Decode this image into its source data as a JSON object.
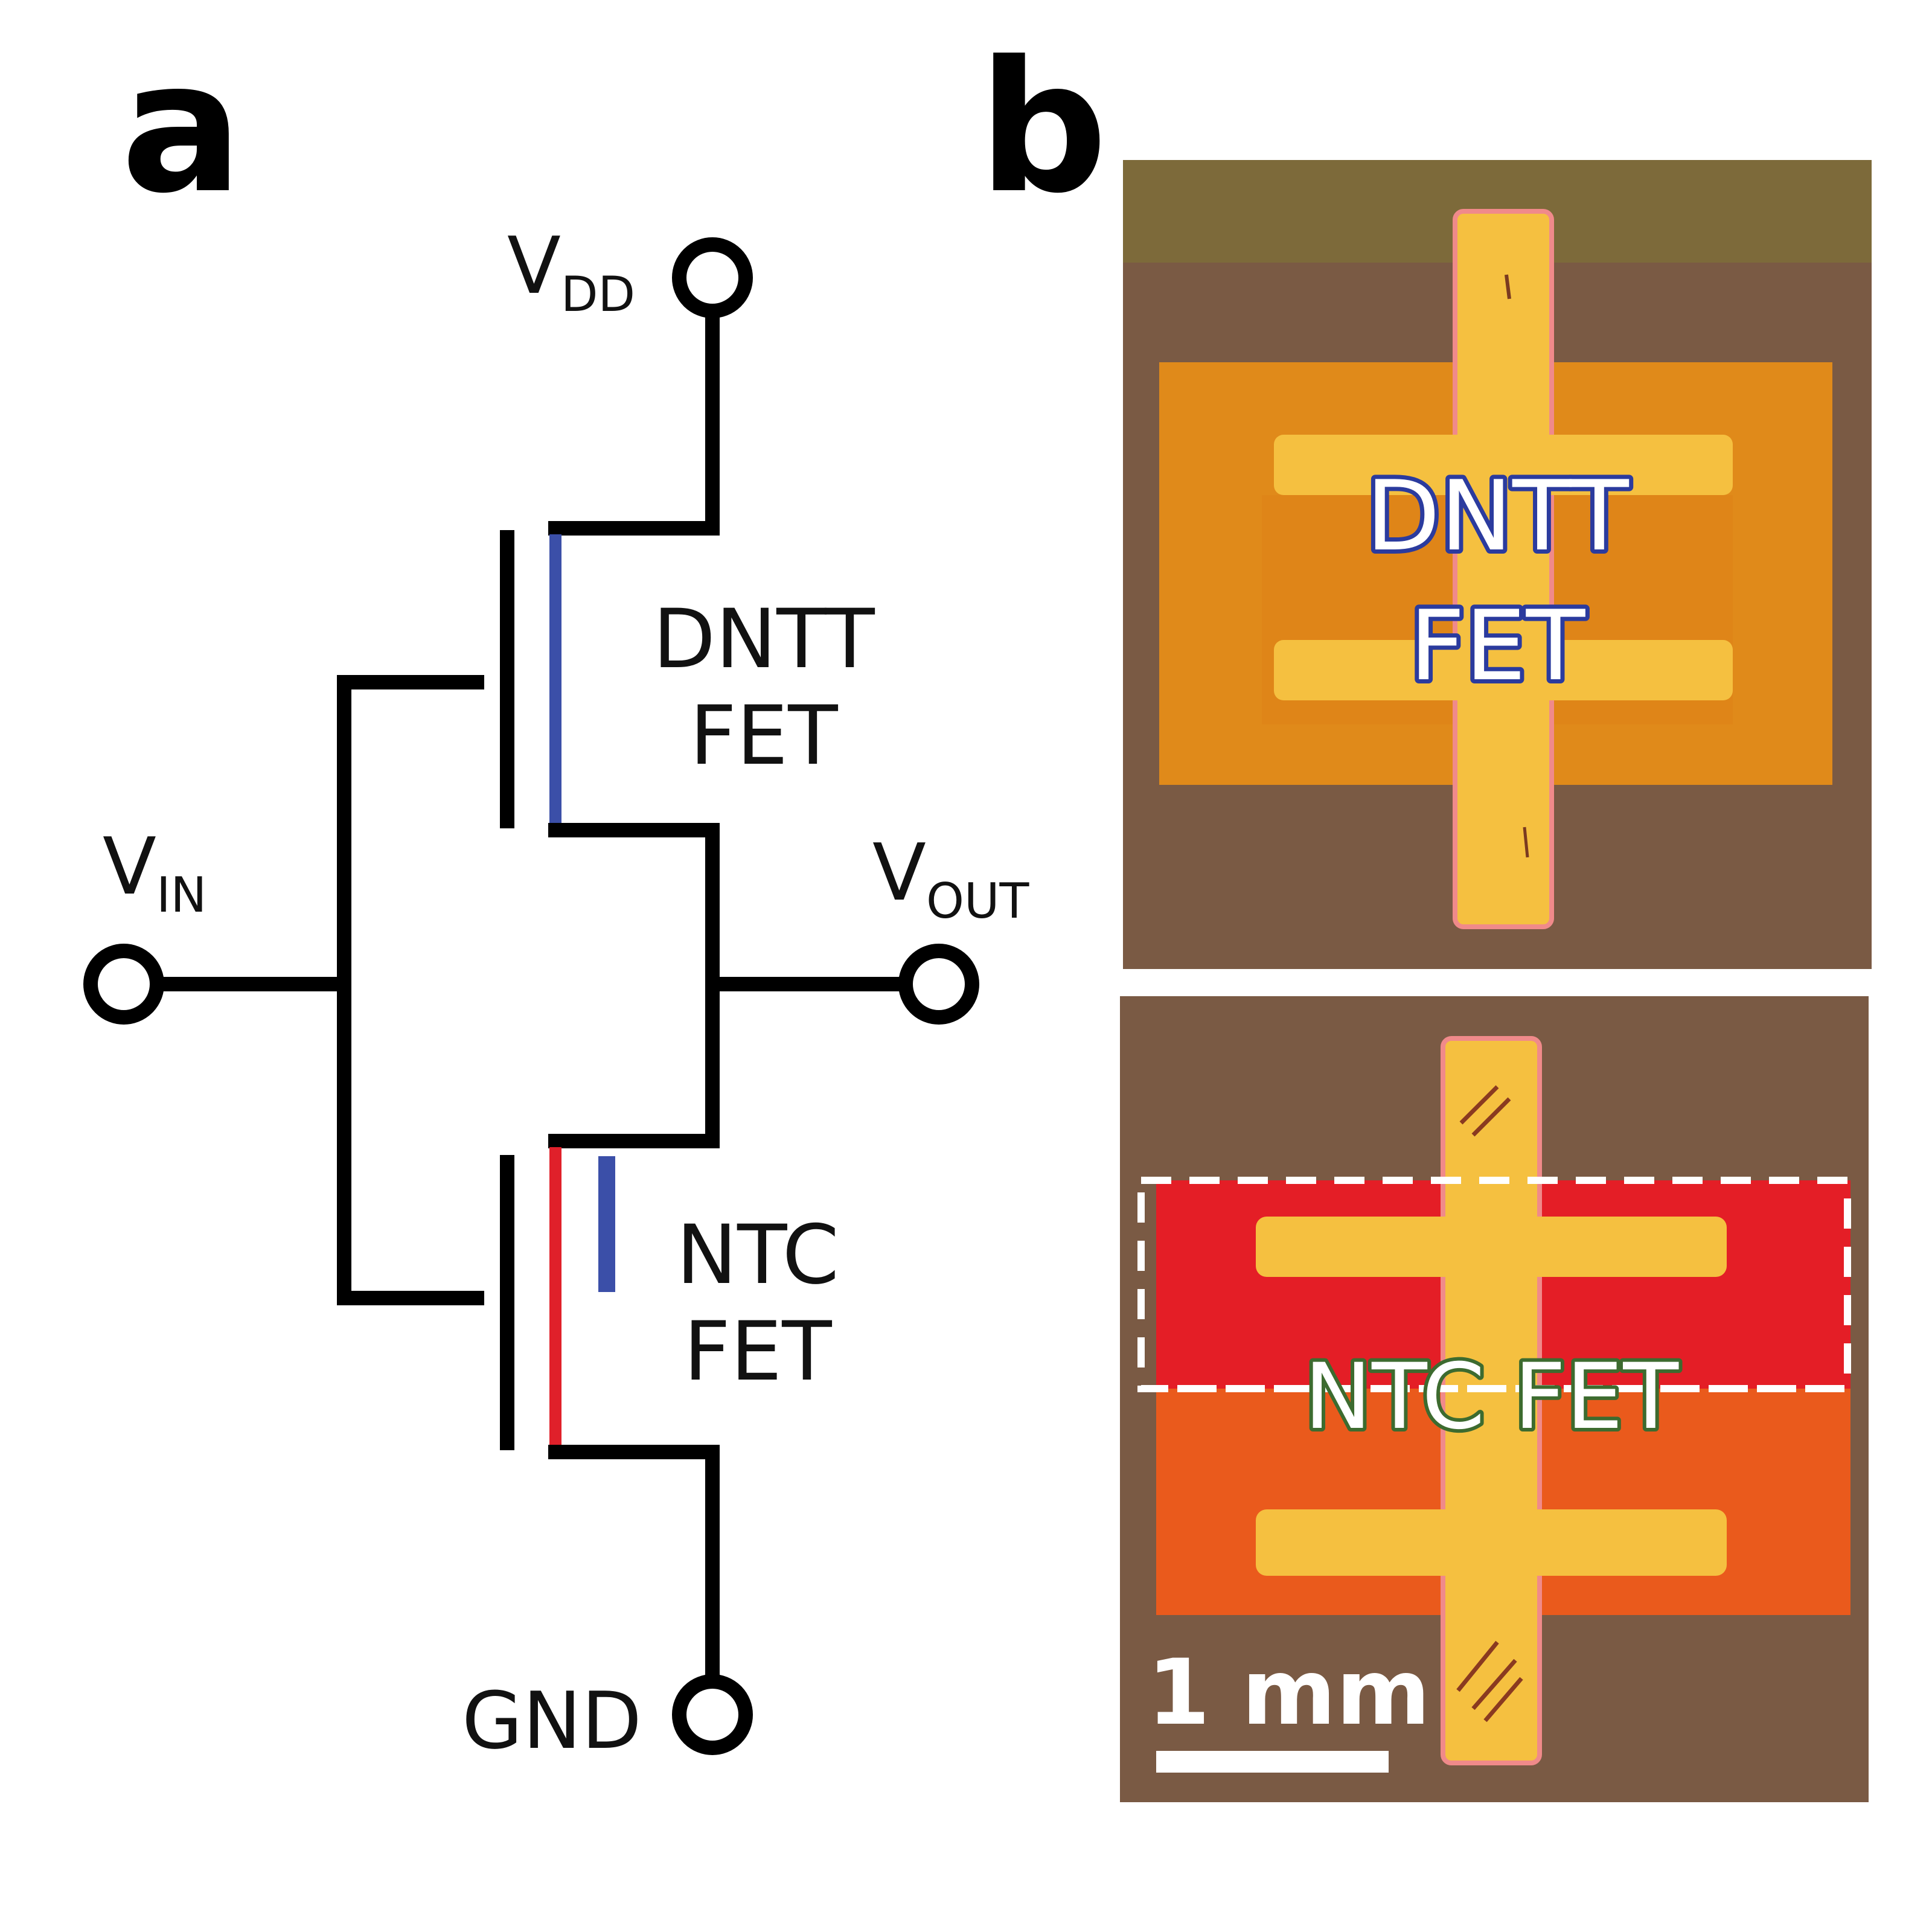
{
  "panels": {
    "a_label": "a",
    "b_label": "b"
  },
  "circuit": {
    "vdd": {
      "main": "V",
      "sub": "DD"
    },
    "vin": {
      "main": "V",
      "sub": "IN"
    },
    "vout": {
      "main": "V",
      "sub": "OUT"
    },
    "gnd": "GND",
    "top_device": {
      "line1": "DNTT",
      "line2": "FET"
    },
    "bottom_device": {
      "line1": "NTC",
      "line2": "FET"
    }
  },
  "photos": {
    "top_label": {
      "line1": "DNTT",
      "line2": "FET"
    },
    "bottom_label": "NTC FET",
    "scale_bar": "1 mm"
  },
  "colors": {
    "wire": "#000000",
    "dntt_channel": "#3b4fa8",
    "ntc_channel": "#e0202a",
    "photo_background": "#7a5a44",
    "electrode": "#f5c040",
    "dntt_film": "#e08a1a",
    "ntc_film_top": "#e41e26",
    "ntc_film_bottom": "#ea5a1c"
  }
}
